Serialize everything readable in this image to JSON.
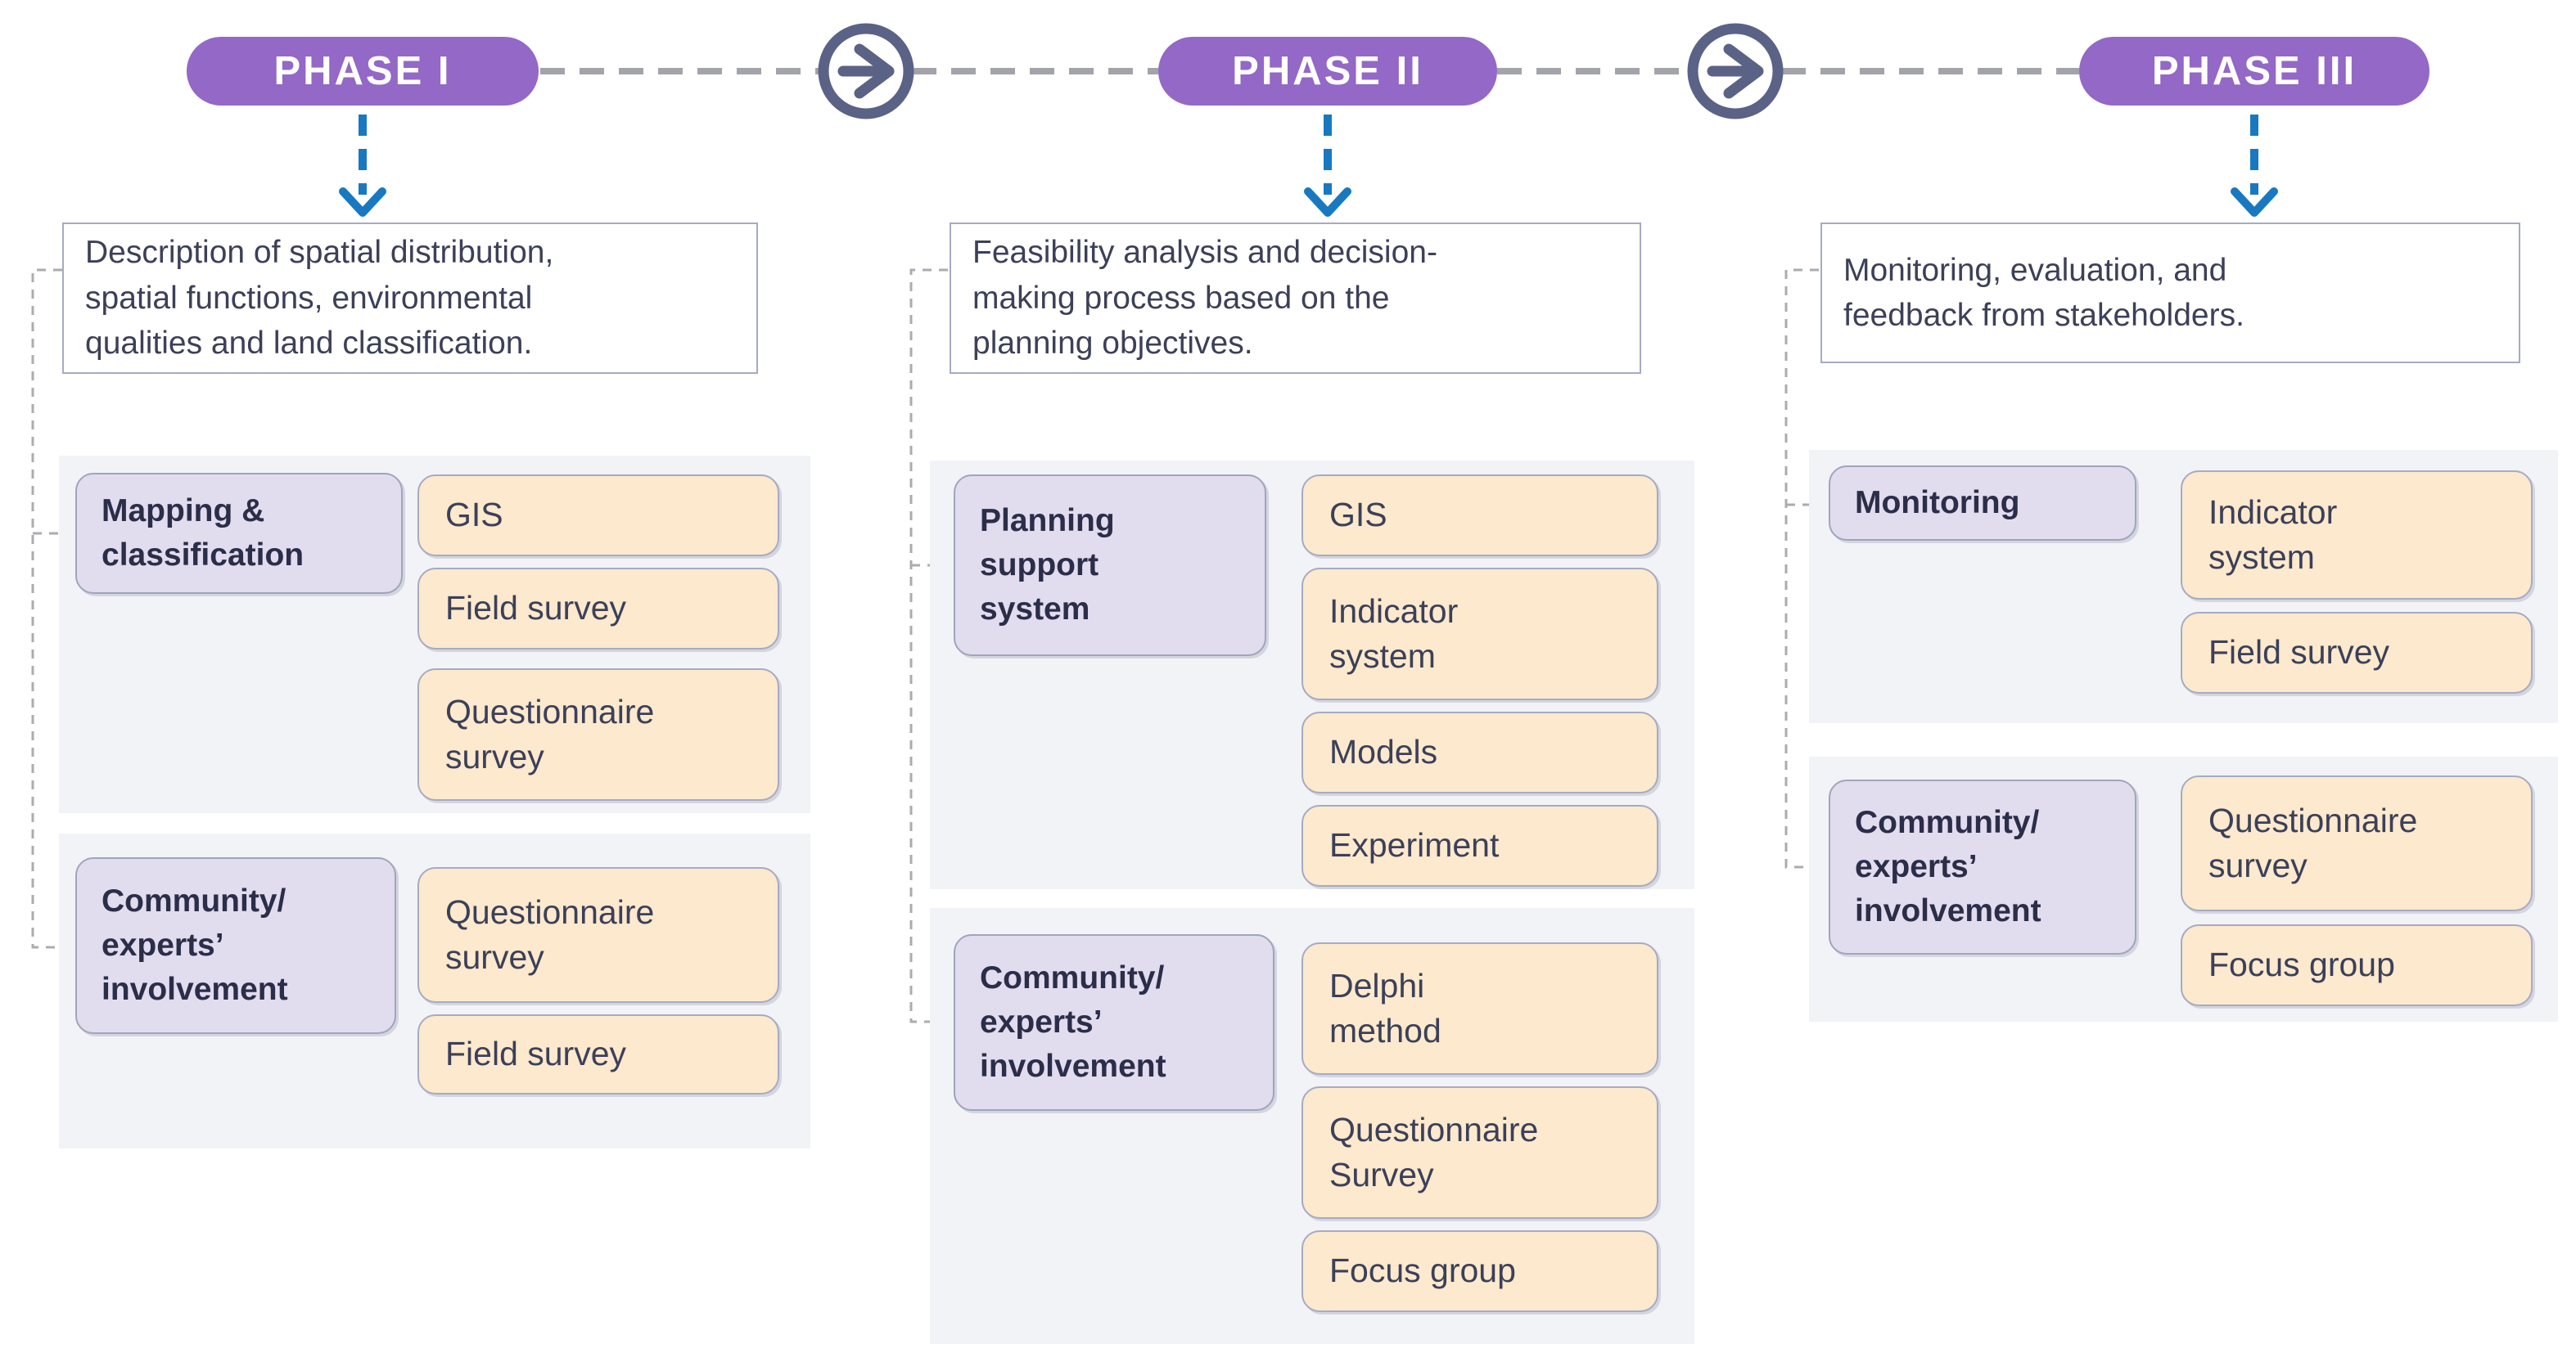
{
  "colors": {
    "phase_pill": "#9368C6",
    "pill_text": "#FFFFFF",
    "panel_background": "#F2F3F6",
    "label_fill": "#E2DCEF",
    "label_border": "#9FA5BB",
    "item_fill": "#FCE9CE",
    "item_border": "#A6ABC2",
    "description_border": "#A6ABC2",
    "text": "#3C4058",
    "down_arrow_blue": "#1879C1",
    "connector_gray": "#A3A3AA",
    "next_step_icon": "#5A6286"
  },
  "icons": {
    "between_phases": "arrow-right-circle-icon",
    "phase_to_description": "arrow-down-dashed-icon"
  },
  "phases": [
    {
      "pill": "PHASE I",
      "description": {
        "text": "Description of spatial distribution, spatial functions, environmental qualities and land classification.",
        "lines": [
          "Description of spatial distribution,",
          "spatial functions, environmental",
          "qualities and land classification."
        ]
      },
      "groups": [
        {
          "label": {
            "text": "Mapping & classification",
            "lines": [
              "Mapping &",
              "classification"
            ]
          },
          "items": [
            {
              "text": "GIS",
              "lines": [
                "GIS"
              ]
            },
            {
              "text": "Field survey",
              "lines": [
                "Field survey"
              ]
            },
            {
              "text": "Questionnaire survey",
              "lines": [
                "Questionnaire",
                "survey"
              ]
            }
          ]
        },
        {
          "label": {
            "text": "Community/ experts’ involvement",
            "lines": [
              "Community/",
              "experts’",
              "involvement"
            ]
          },
          "items": [
            {
              "text": "Questionnaire survey",
              "lines": [
                "Questionnaire",
                "survey"
              ]
            },
            {
              "text": "Field survey",
              "lines": [
                "Field survey"
              ]
            }
          ]
        }
      ]
    },
    {
      "pill": "PHASE II",
      "description": {
        "text": "Feasibility analysis and decision-making process based on the planning objectives.",
        "lines": [
          "Feasibility analysis and decision-",
          "making process based on the",
          "planning objectives."
        ]
      },
      "groups": [
        {
          "label": {
            "text": "Planning support system",
            "lines": [
              "Planning",
              "support",
              "system"
            ]
          },
          "items": [
            {
              "text": "GIS",
              "lines": [
                "GIS"
              ]
            },
            {
              "text": "Indicator system",
              "lines": [
                "Indicator",
                "system"
              ]
            },
            {
              "text": "Models",
              "lines": [
                "Models"
              ]
            },
            {
              "text": "Experiment",
              "lines": [
                "Experiment"
              ]
            }
          ]
        },
        {
          "label": {
            "text": "Community/ experts’ involvement",
            "lines": [
              "Community/",
              "experts’",
              "involvement"
            ]
          },
          "items": [
            {
              "text": "Delphi method",
              "lines": [
                "Delphi",
                "method"
              ]
            },
            {
              "text": "Questionnaire Survey",
              "lines": [
                "Questionnaire",
                "Survey"
              ]
            },
            {
              "text": "Focus group",
              "lines": [
                "Focus group"
              ]
            }
          ]
        }
      ]
    },
    {
      "pill": "PHASE III",
      "description": {
        "text": "Monitoring, evaluation, and feedback from stakeholders.",
        "lines": [
          "Monitoring, evaluation, and",
          "feedback from stakeholders."
        ]
      },
      "groups": [
        {
          "label": {
            "text": "Monitoring",
            "lines": [
              "Monitoring"
            ]
          },
          "items": [
            {
              "text": "Indicator system",
              "lines": [
                "Indicator",
                "system"
              ]
            },
            {
              "text": "Field survey",
              "lines": [
                "Field survey"
              ]
            }
          ]
        },
        {
          "label": {
            "text": "Community/ experts’ involvement",
            "lines": [
              "Community/",
              "experts’",
              "involvement"
            ]
          },
          "items": [
            {
              "text": "Questionnaire survey",
              "lines": [
                "Questionnaire",
                "survey"
              ]
            },
            {
              "text": "Focus group",
              "lines": [
                "Focus group"
              ]
            }
          ]
        }
      ]
    }
  ]
}
